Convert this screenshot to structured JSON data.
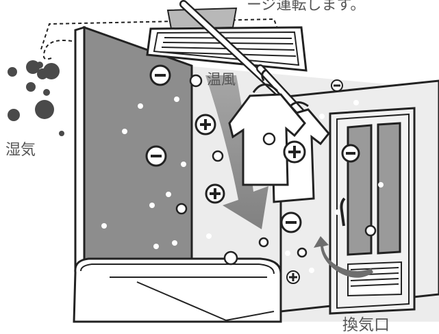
{
  "labels": {
    "top_caption": "ージ運転します。",
    "warm_air": "温風",
    "moisture": "湿気",
    "vent": "換気口"
  },
  "colors": {
    "wall_gray": "#8d8d8d",
    "room_light": "#ececec",
    "arrow_gray": "#7a7a7a",
    "outline": "#222222",
    "label_gray": "#555555"
  },
  "icons": {
    "plus": "plus-ion-icon",
    "minus": "minus-ion-icon"
  }
}
